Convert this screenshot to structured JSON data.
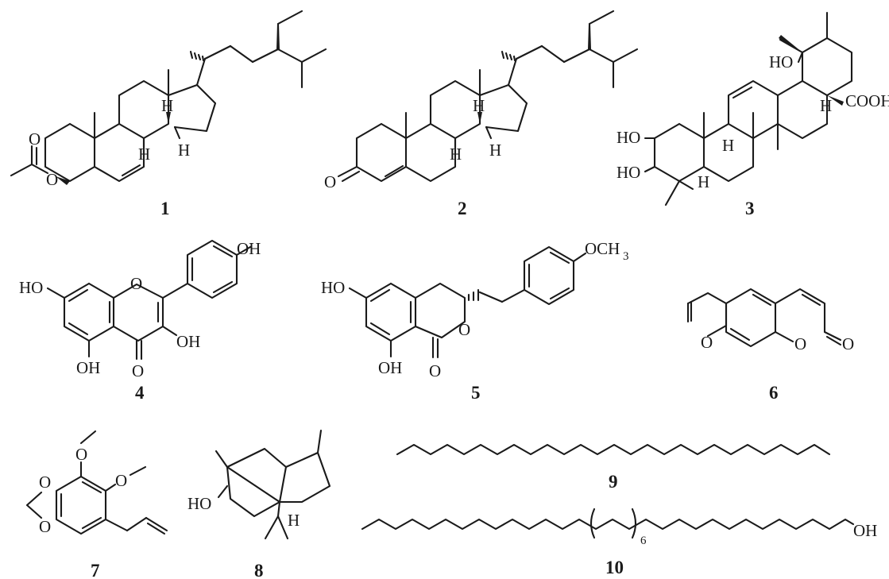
{
  "compounds": [
    {
      "id": "1",
      "labels": {
        "acetyl_o": "O",
        "ester_o": "O",
        "h14": "H",
        "h9": "H",
        "h8": "H"
      }
    },
    {
      "id": "2",
      "labels": {
        "ketone_o": "O",
        "h9": "H",
        "h8": "H",
        "h14": "H"
      }
    },
    {
      "id": "3",
      "labels": {
        "oh_19": "HO",
        "oh_2": "HO",
        "oh_3": "HO",
        "acid": "COOH",
        "h18": "H",
        "h9": "H",
        "h5": "H"
      }
    },
    {
      "id": "4",
      "labels": {
        "oh_4p": "OH",
        "oh_7": "HO",
        "oh_3": "OH",
        "oh_5": "OH",
        "ring_o": "O",
        "carbonyl_o": "O"
      }
    },
    {
      "id": "5",
      "labels": {
        "methoxy": "OCH",
        "methoxy_sub": "3",
        "oh_6": "HO",
        "oh_8": "OH",
        "lactone_o": "O",
        "carbonyl_o": "O"
      }
    },
    {
      "id": "6",
      "labels": {
        "furan_o": "O",
        "pyran_o": "O",
        "carbonyl_o": "O"
      }
    },
    {
      "id": "7",
      "labels": {
        "ome_a": "O",
        "ome_b": "O",
        "diox_a": "O",
        "diox_b": "O"
      }
    },
    {
      "id": "8",
      "labels": {
        "oh": "HO",
        "h": "H"
      }
    },
    {
      "id": "9",
      "labels": {}
    },
    {
      "id": "10",
      "labels": {
        "repeat": "6",
        "oh": "OH"
      }
    }
  ]
}
